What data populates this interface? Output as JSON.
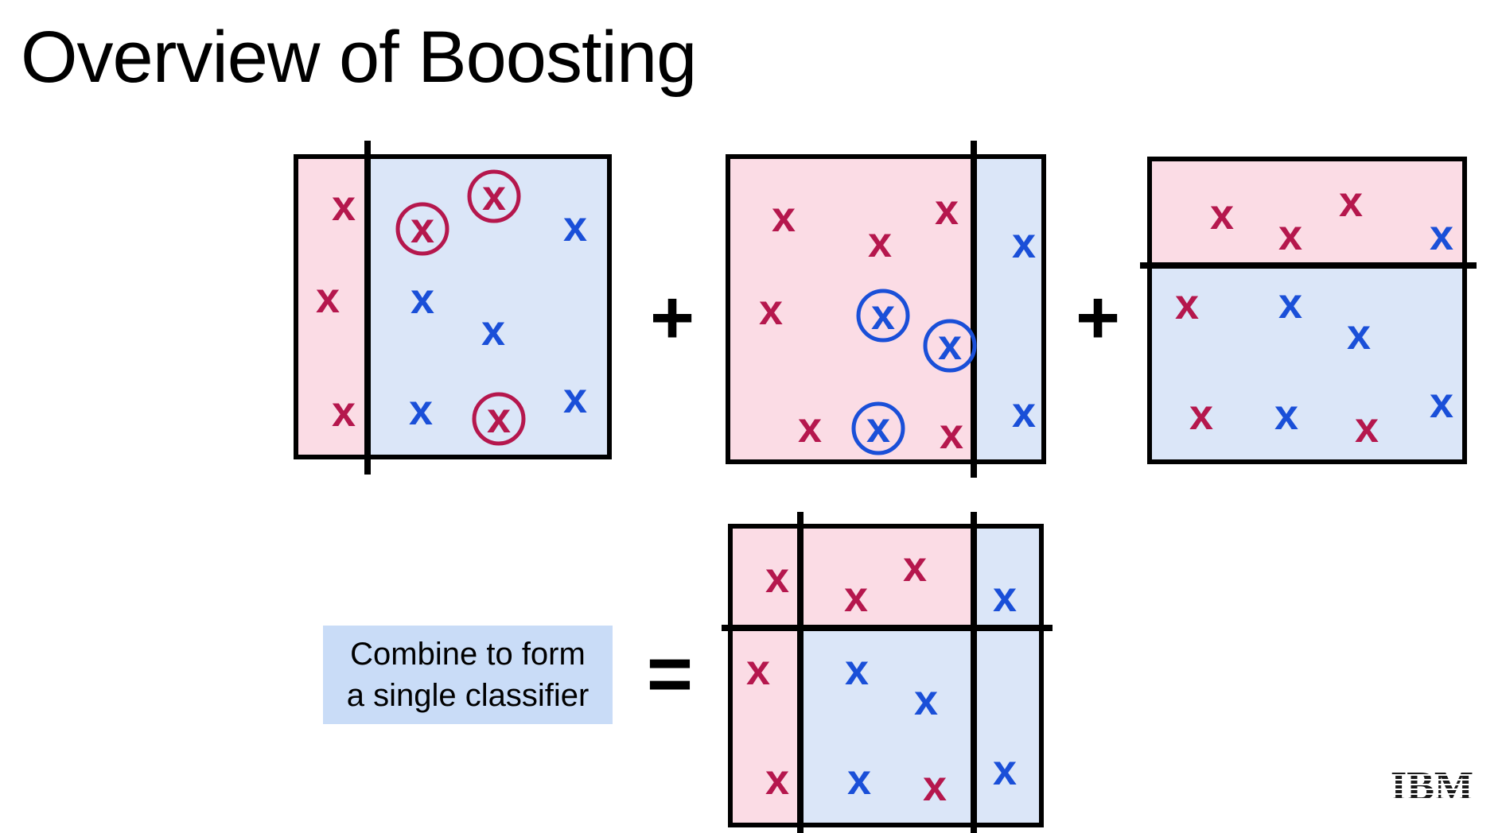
{
  "title": "Overview of Boosting",
  "caption": {
    "line1": "Combine to form",
    "line2": "a single classifier"
  },
  "operators": {
    "plus": "+",
    "equals": "="
  },
  "point_marker": "x",
  "logo_text": "IBM",
  "colors": {
    "class_a": "#b5174d",
    "class_b": "#1a4fd8",
    "region_a": "#fbdce5",
    "region_b": "#dbe6f8",
    "caption_bg": "#c9dcf7",
    "frame": "#000000"
  },
  "panels": [
    {
      "name": "weak-classifier-1",
      "split": "vertical",
      "regions": [
        "class_a",
        "class_b"
      ],
      "points": [
        {
          "cls": "a",
          "circled": false
        },
        {
          "cls": "a",
          "circled": false
        },
        {
          "cls": "a",
          "circled": false
        },
        {
          "cls": "a",
          "circled": true
        },
        {
          "cls": "a",
          "circled": true
        },
        {
          "cls": "a",
          "circled": true
        },
        {
          "cls": "b",
          "circled": false
        },
        {
          "cls": "b",
          "circled": false
        },
        {
          "cls": "b",
          "circled": false
        },
        {
          "cls": "b",
          "circled": false
        },
        {
          "cls": "b",
          "circled": false
        }
      ]
    },
    {
      "name": "weak-classifier-2",
      "split": "vertical",
      "regions": [
        "class_a",
        "class_b"
      ],
      "points": [
        {
          "cls": "a",
          "circled": false
        },
        {
          "cls": "a",
          "circled": false
        },
        {
          "cls": "a",
          "circled": false
        },
        {
          "cls": "a",
          "circled": false
        },
        {
          "cls": "a",
          "circled": false
        },
        {
          "cls": "a",
          "circled": false
        },
        {
          "cls": "b",
          "circled": true
        },
        {
          "cls": "b",
          "circled": true
        },
        {
          "cls": "b",
          "circled": true
        },
        {
          "cls": "b",
          "circled": false
        },
        {
          "cls": "b",
          "circled": false
        }
      ]
    },
    {
      "name": "weak-classifier-3",
      "split": "horizontal",
      "regions": [
        "class_a",
        "class_b"
      ],
      "points": [
        {
          "cls": "a",
          "circled": false
        },
        {
          "cls": "a",
          "circled": false
        },
        {
          "cls": "a",
          "circled": false
        },
        {
          "cls": "b",
          "circled": false
        },
        {
          "cls": "a",
          "circled": false
        },
        {
          "cls": "b",
          "circled": false
        },
        {
          "cls": "b",
          "circled": false
        },
        {
          "cls": "a",
          "circled": false
        },
        {
          "cls": "b",
          "circled": false
        },
        {
          "cls": "a",
          "circled": false
        },
        {
          "cls": "b",
          "circled": false
        }
      ]
    },
    {
      "name": "combined-classifier",
      "split": "grid",
      "regions": [
        "class_a",
        "class_b"
      ],
      "points": [
        {
          "cls": "a",
          "circled": false
        },
        {
          "cls": "a",
          "circled": false
        },
        {
          "cls": "a",
          "circled": false
        },
        {
          "cls": "b",
          "circled": false
        },
        {
          "cls": "a",
          "circled": false
        },
        {
          "cls": "b",
          "circled": false
        },
        {
          "cls": "b",
          "circled": false
        },
        {
          "cls": "a",
          "circled": false
        },
        {
          "cls": "b",
          "circled": false
        },
        {
          "cls": "a",
          "circled": false
        },
        {
          "cls": "b",
          "circled": false
        }
      ]
    }
  ]
}
